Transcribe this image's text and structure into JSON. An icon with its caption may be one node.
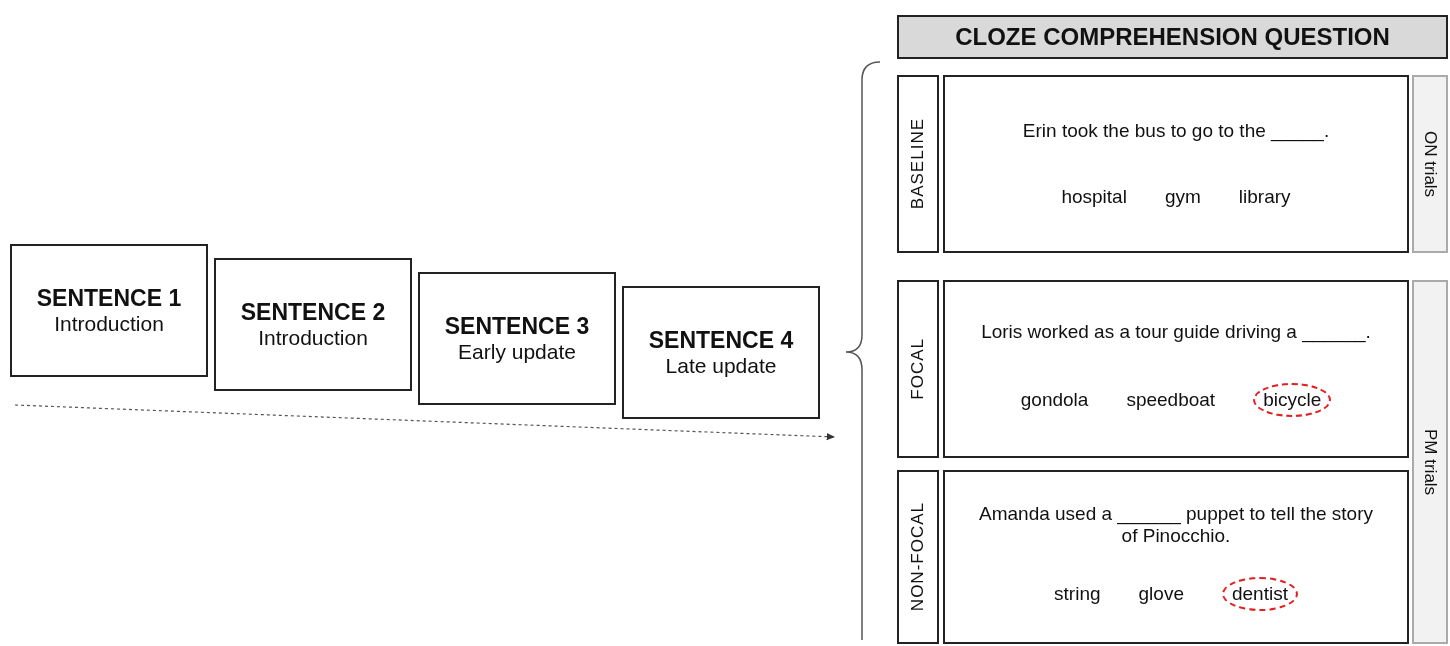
{
  "diagram": {
    "nodes": [
      {
        "text": [
          "SENTENCE 1",
          "Introduction"
        ]
      },
      {
        "text": [
          "SENTENCE 2",
          "Introduction"
        ]
      },
      {
        "text": [
          "SENTENCE 3",
          "Early update"
        ]
      },
      {
        "text": [
          "SENTENCE 4",
          "Late update"
        ]
      },
      {
        "text": [
          "CLOZE COMPREHENSION QUESTION"
        ]
      },
      {
        "text": [
          "BASELINE"
        ]
      },
      {
        "text": [
          "Erin took the bus to go to the _____.",
          "hospital",
          "gym",
          "library"
        ]
      },
      {
        "text": [
          "ON trials"
        ]
      },
      {
        "text": [
          "FOCAL"
        ]
      },
      {
        "text": [
          "Loris worked as a tour guide driving a ______.",
          "gondola",
          "speedboat"
        ]
      },
      {
        "text": [
          "bicycle"
        ],
        "in": 9
      },
      {
        "text": [
          "PM trials"
        ]
      },
      {
        "text": [
          "NON-FOCAL"
        ]
      },
      {
        "text": [
          "Amanda used a ______ puppet to tell the story of Pinocchio.",
          "string",
          "glove"
        ]
      },
      {
        "text": [
          "dentist"
        ],
        "in": 13
      }
    ]
  }
}
